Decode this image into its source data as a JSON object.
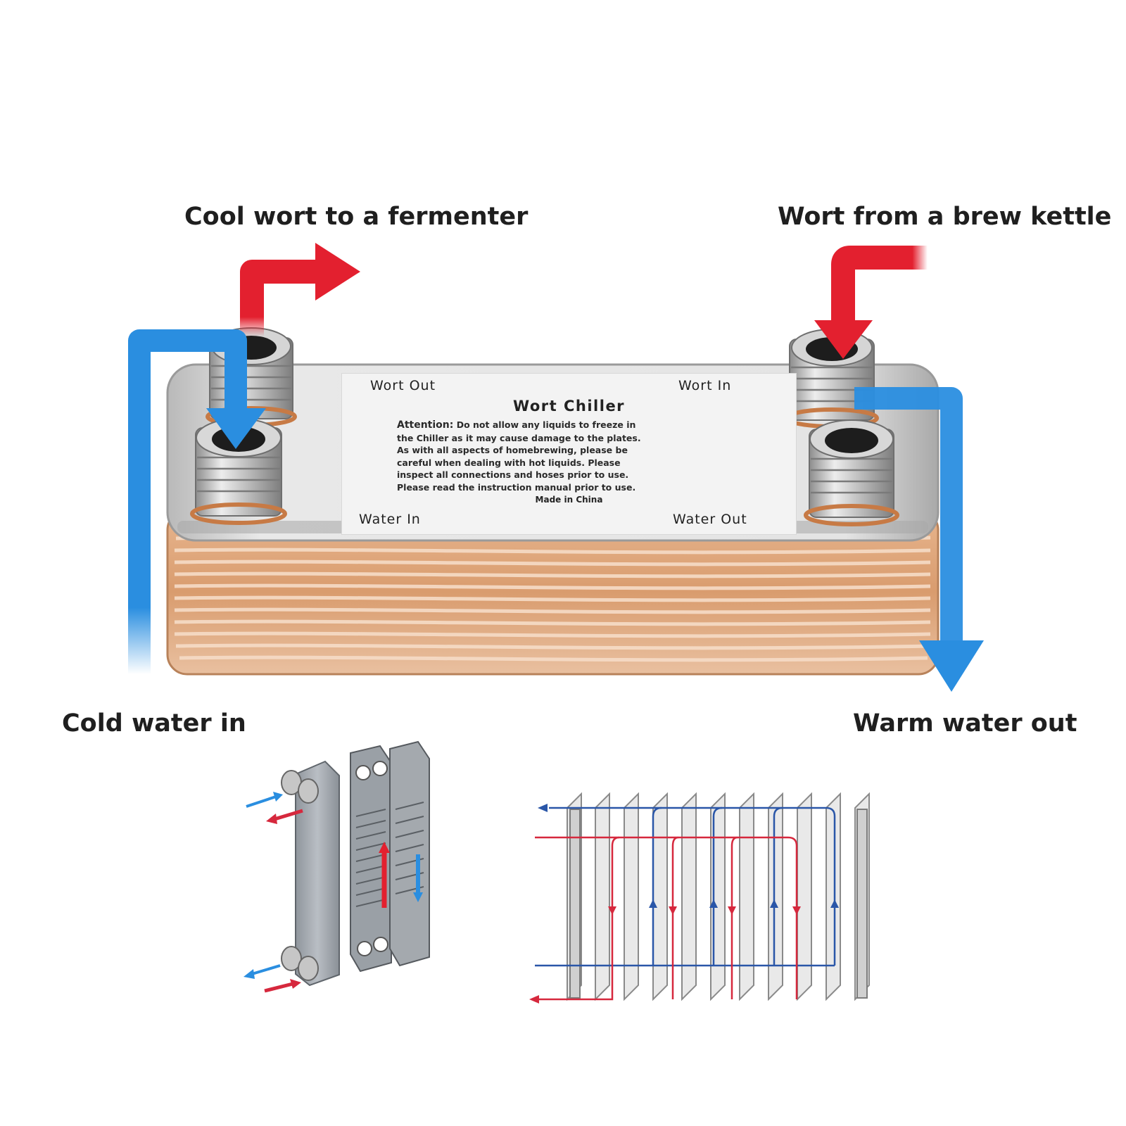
{
  "callouts": {
    "cool_wort": "Cool wort to a fermenter",
    "wort_from_kettle": "Wort from a brew kettle",
    "cold_water_in": "Cold water in",
    "warm_water_out": "Warm water out"
  },
  "label": {
    "wort_out": "Wort  Out",
    "wort_in": "Wort  In",
    "title": "Wort  Chiller",
    "attention_heading": "Attention:",
    "attention_lines": [
      "Do not allow any liquids to freeze in",
      "the Chiller as it may cause damage to the plates.",
      "As with all aspects of homebrewing, please be",
      "careful when dealing with hot liquids. Please",
      "inspect all connections and hoses prior to use.",
      "Please read the instruction manual prior to use."
    ],
    "made_in": "Made in China",
    "water_in": "Water  In",
    "water_out": "Water  Out"
  },
  "colors": {
    "hot_flow": "#e3202f",
    "cold_flow": "#2a8ee0",
    "copper": "#d89a6c",
    "steel": "#cfcfcf"
  }
}
